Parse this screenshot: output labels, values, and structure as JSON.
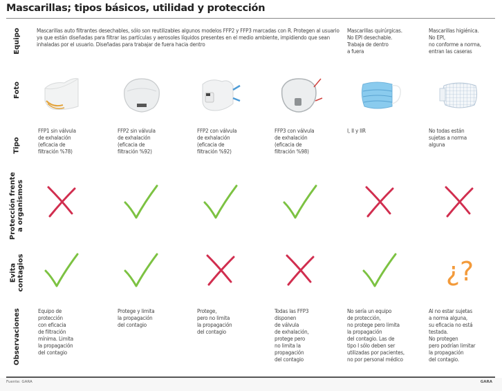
{
  "title": "Mascarillas; tipos básicos, utilidad y protección",
  "row_labels": {
    "equipo": "Equipo",
    "foto": "Foto",
    "tipo": "Tipo",
    "proteccion": "Protección frente\na organismos",
    "evita": "Evita\ncontagios",
    "observaciones": "Observaciones"
  },
  "equipo": {
    "ffp": "Mascarillas auto filtrantes desechables, sólo son reutilizables algunos modelos FFP2 y FFP3 marcadas con R. Protegen al usuario ya que están diseñadas para filtrar las partículas y aerosoles líquidos presentes en el medio ambiente, impidiendo que sean inhaladas por el usuario. Diseñadas para trabajar de fuera hacia dentro",
    "quirurgica": "Mascarillas quirúrgicas.\nNo EPI desechable.\nTrabaja de dentro\na fuera",
    "higienica": "Mascarillas higiénica.\nNo EPI,\nno conforme a norma,\nentran las caseras"
  },
  "columns": [
    {
      "photo": "ffp1-mask-photo",
      "tipo": "FFP1 sin válvula\nde exhalación\n(eficacia de\nfiltración %78)",
      "proteccion": "cross",
      "evita": "check",
      "observaciones": "Equipo de\nprotección\ncon eficacia\nde filtración\nmínima. Limita\nla propagación\ndel contagio"
    },
    {
      "photo": "ffp2-mask-photo",
      "tipo": "FFP2 sin válvula\nde exhalación\n(eficacia de\nfiltración %92)",
      "proteccion": "check",
      "evita": "check",
      "observaciones": "Protege y limita\nla propagación\ndel contagio"
    },
    {
      "photo": "ffp2-valve-mask-photo",
      "tipo": "FFP2 con válvula\nde exhalación\n(eficacia de\nfiltración %92)",
      "proteccion": "check",
      "evita": "cross",
      "observaciones": "Protege,\npero no limita\nla propagación\ndel contagio"
    },
    {
      "photo": "ffp3-valve-mask-photo",
      "tipo": "FFP3 con válvula\nde exhalación\n(eficacia de\nfiltración %98)",
      "proteccion": "check",
      "evita": "cross",
      "observaciones": "Todas las FFP3\ndisponen\nde válvula\nde exhalación,\nprotege pero\nno limita la\npropagación\ndel contagio"
    },
    {
      "photo": "surgical-mask-photo",
      "tipo": "I, II y IIR",
      "proteccion": "cross",
      "evita": "check",
      "observaciones": "No sería un equipo\nde protección,\nno protege pero limita\nla propagación\ndel contagio. Las de\ntipo I sólo deben ser\nutilizadas por pacientes,\nno por personal médico"
    },
    {
      "photo": "hygienic-mask-photo",
      "tipo": "No todas están\nsujetas a norma\nalguna",
      "proteccion": "cross",
      "evita": "question",
      "observaciones": "Al no estar sujetas\na norma alguna,\nsu eficacia no está\ntestada.\nNo protegen\npero podrían limitar\nla propagación\ndel contagio."
    }
  ],
  "question_mark": "¿?",
  "colors": {
    "check": "#7cc242",
    "cross": "#d12e4f",
    "question": "#f39a3a",
    "surgical_blue": "#7cc0e8"
  },
  "footer": {
    "source": "Fuente: GARA",
    "brand": "GARA"
  }
}
